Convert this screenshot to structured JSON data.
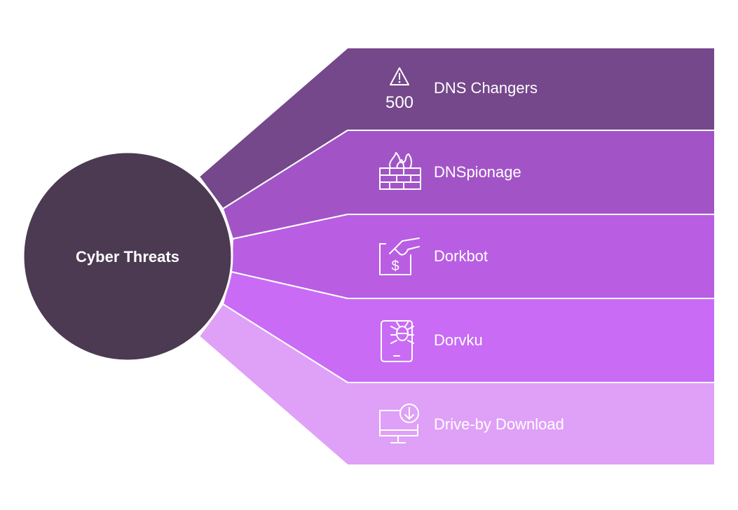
{
  "center": {
    "label": "Cyber Threats",
    "color": "#4b3a51"
  },
  "items": [
    {
      "label": "DNS Changers",
      "color": "#75478b",
      "icon": "warning-500-icon",
      "icon_text": "500"
    },
    {
      "label": "DNSpionage",
      "color": "#a254c7",
      "icon": "firewall-fire-icon"
    },
    {
      "label": "Dorkbot",
      "color": "#b95de3",
      "icon": "hand-money-icon"
    },
    {
      "label": "Dorvku",
      "color": "#c96bf5",
      "icon": "tablet-bug-icon"
    },
    {
      "label": "Drive-by Download",
      "color": "#dfa0f7",
      "icon": "monitor-download-icon"
    }
  ]
}
